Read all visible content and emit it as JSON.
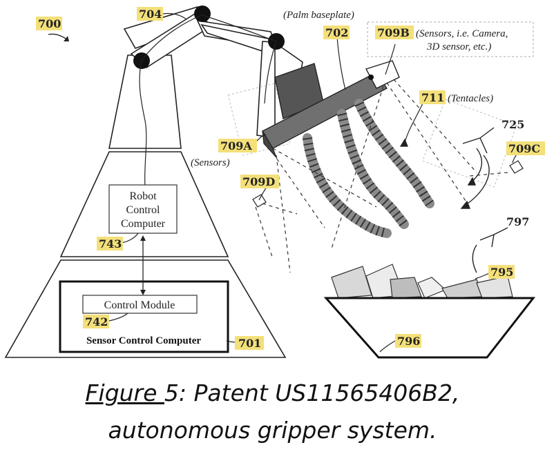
{
  "diagram": {
    "refs": {
      "r700": "700",
      "r704": "704",
      "r702": "702",
      "r709B": "709B",
      "r711": "711",
      "r709A": "709A",
      "r725": "725",
      "r709C": "709C",
      "r709D": "709D",
      "r797": "797",
      "r743": "743",
      "r795": "795",
      "r742": "742",
      "r701": "701",
      "r796": "796"
    },
    "notes": {
      "palm": "(Palm baseplate)",
      "sensors_b1": "(Sensors, i.e. Camera,",
      "sensors_b2": "3D sensor, etc.)",
      "tentacles": "(Tentacles)",
      "sensors_a": "(Sensors)"
    },
    "boxes": {
      "robot_1": "Robot",
      "robot_2": "Control",
      "robot_3": "Computer",
      "control_module": "Control Module",
      "sensor_control": "Sensor Control Computer"
    }
  },
  "caption": {
    "fig": "Figure ",
    "line1_rest": "5: Patent US11565406B2,",
    "line2": "autonomous gripper system."
  }
}
